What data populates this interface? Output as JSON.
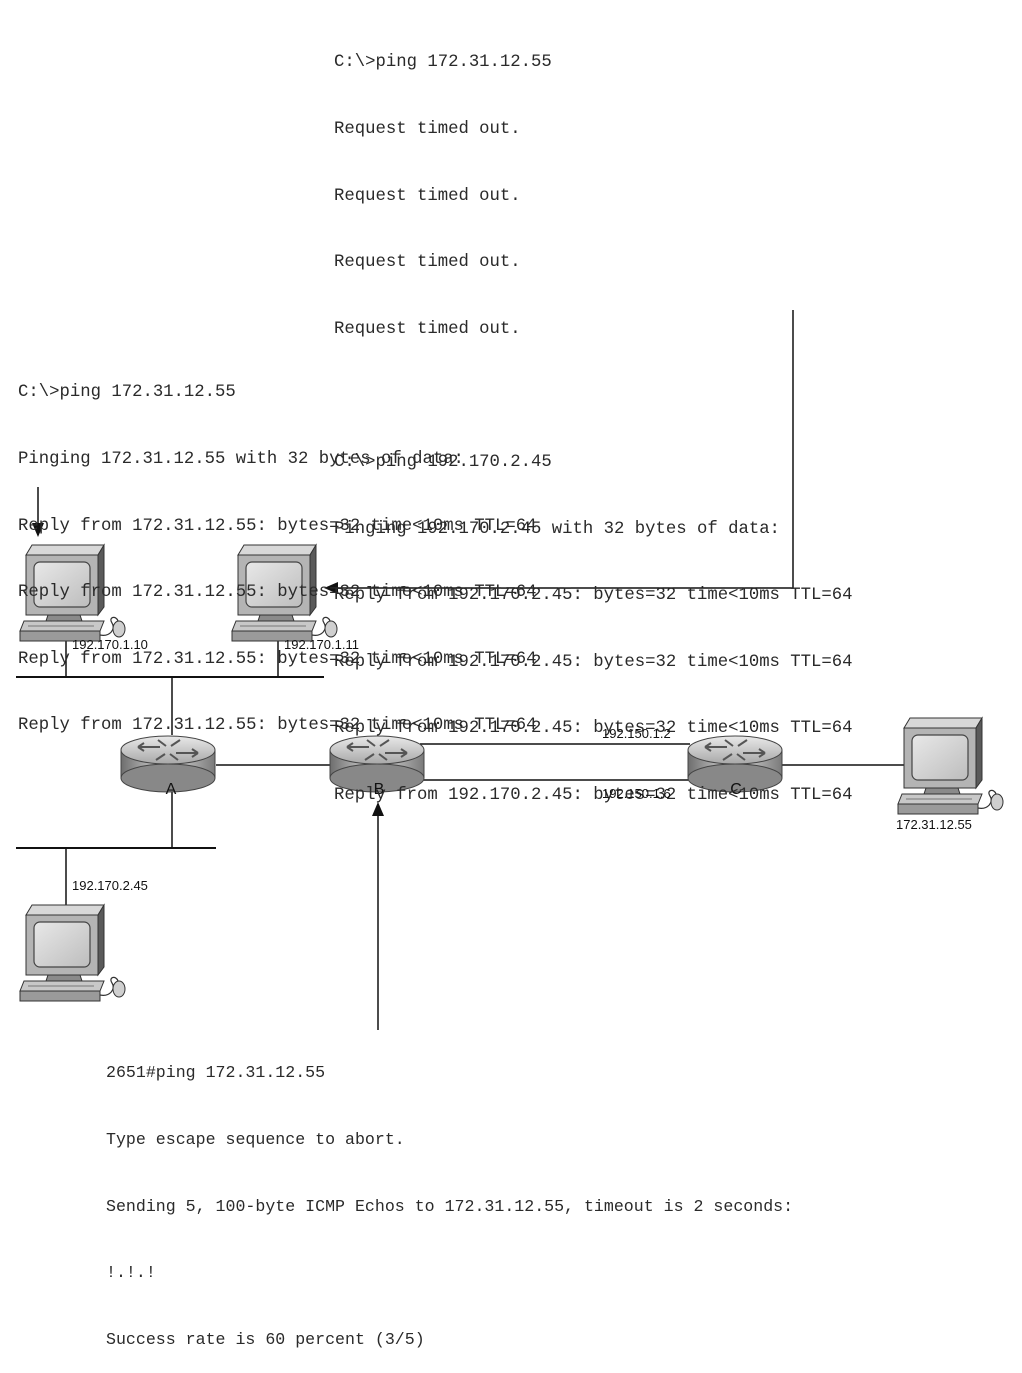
{
  "consoles": {
    "top": {
      "lines": [
        "C:\\>ping 172.31.12.55",
        "Request timed out.",
        "Request timed out.",
        "Request timed out.",
        "Request timed out.",
        "",
        "C:\\>ping 192.170.2.45",
        "Pinging 192.170.2.45 with 32 bytes of data:",
        "Reply from 192.170.2.45: bytes=32 time<10ms TTL=64",
        "Reply from 192.170.2.45: bytes=32 time<10ms TTL=64",
        "Reply from 192.170.2.45: bytes=32 time<10ms TTL=64",
        "Reply from 192.170.2.45: bytes=32 time<10ms TTL=64"
      ]
    },
    "left": {
      "lines": [
        "C:\\>ping 172.31.12.55",
        "Pinging 172.31.12.55 with 32 bytes of data:",
        "Reply from 172.31.12.55: bytes=32 time<10ms TTL=64",
        "Reply from 172.31.12.55: bytes=32 time<10ms TTL=64",
        "Reply from 172.31.12.55: bytes=32 time<10ms TTL=64",
        "Reply from 172.31.12.55: bytes=32 time<10ms TTL=64"
      ]
    },
    "bottom": {
      "lines": [
        "2651#ping 172.31.12.55",
        "Type escape sequence to abort.",
        "Sending 5, 100-byte ICMP Echos to 172.31.12.55, timeout is 2 seconds:",
        "!.!.!",
        "Success rate is 60 percent (3/5)"
      ]
    }
  },
  "hosts": {
    "pc1": "192.170.1.10",
    "pc2": "192.170.1.11",
    "pc3": "192.170.2.45",
    "pc4": "172.31.12.55"
  },
  "routers": {
    "a": "A",
    "b": "B",
    "c": "C"
  },
  "links": {
    "bc_upper": "192.150.1.2",
    "bc_lower": "192.150.1.6"
  },
  "colors": {
    "text": "#2a2a2a",
    "line": "#111111",
    "router_body": "#a9a9a9",
    "monitor": "#b8b8b8"
  }
}
